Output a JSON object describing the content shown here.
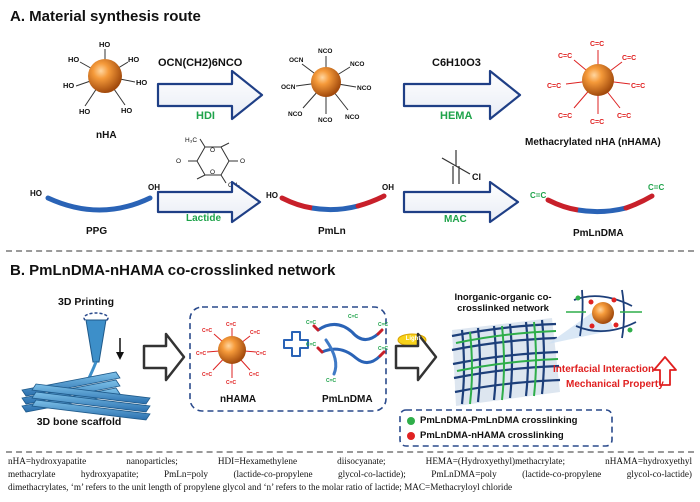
{
  "section_a": {
    "title": "A. Material synthesis route",
    "nha_label": "nHA",
    "hdi_formula": "OCN(CH2)6NCO",
    "hdi_label": "HDI",
    "hema_formula": "C6H10O3",
    "hema_label": "HEMA",
    "nhama_label": "Methacrylated nHA (nHAMA)",
    "ppg_label": "PPG",
    "lactide_label": "Lactide",
    "pmln_label": "PmLn",
    "mac_label": "MAC",
    "pmlndma_label": "PmLnDMA",
    "groups": {
      "oh": "HO",
      "nco": "NCO",
      "ocn": "OCN",
      "cc": "C=C",
      "cl": "Cl"
    }
  },
  "section_b": {
    "title": "B. PmLnDMA-nHAMA co-crosslinked network",
    "printing_label": "3D Printing",
    "scaffold_label": "3D bone scaffold",
    "nhama_label": "nHAMA",
    "pmlndma_label": "PmLnDMA",
    "light_label": "Light",
    "network_label": "Inorganic-organic co-crosslinked network",
    "interface_label": "Interfacial Interaction",
    "mechanical_label": "Mechanical Property",
    "legend": [
      {
        "label": "PmLnDMA-PmLnDMA crosslinking",
        "color": "#2fae4a"
      },
      {
        "label": "PmLnDMA-nHAMA crosslinking",
        "color": "#e02222"
      }
    ]
  },
  "footnote": {
    "line1": "nHA=hydroxyapatite nanoparticles; HDI=Hexamethylene diisocyanate; HEMA=(Hydroxyethyl)methacrylate; nHAMA=hydroxyethyl",
    "line2": "methacrylate hydroxyapatite; PmLn=poly (lactide-co-propylene glycol-co-lactide); PmLnDMA=poly (lactide-co-propylene glycol-co-lactide)",
    "line3": "dimethacrylates, ‘m’ refers to the unit length of propylene glycol and ‘n’ refers to the molar ratio of lactide; MAC=Methacryloyl chloride"
  },
  "colors": {
    "nanoparticle": "#f08a2a",
    "arrow_outline": "#1f3f86",
    "chain_blue": "#2a63b6",
    "chain_red": "#c8202a",
    "green_text": "#1ea34a",
    "network_green": "#2fae4a",
    "dashed_border": "#2a4a8c"
  }
}
